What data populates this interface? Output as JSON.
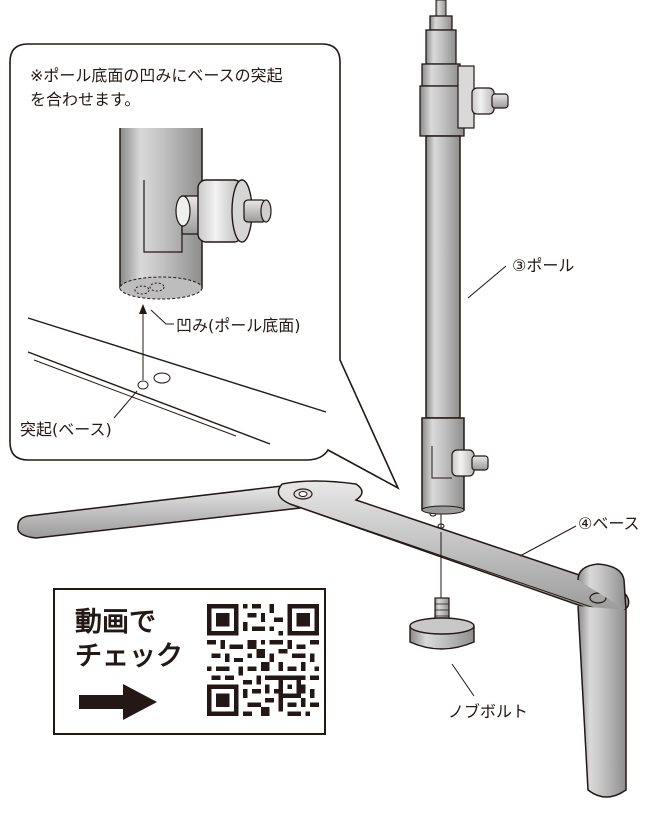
{
  "callout": {
    "note_line1": "※ポール底面の凹みにベースの突起",
    "note_line2": "を合わせます。",
    "hollow_label": "凹み(ポール底面)",
    "protrusion_label": "突起(ベース)"
  },
  "parts": {
    "pole_label": "③ポール",
    "base_label": "④ベース",
    "knob_bolt_label": "ノブボルト"
  },
  "video_box": {
    "line1": "動画で",
    "line2": "チェック",
    "arrow_icon": "right-arrow-icon",
    "qr_icon": "qr-code-icon"
  },
  "colors": {
    "line": "#231815",
    "metal_light": "#e6e6e6",
    "metal_mid": "#b5b5b5",
    "metal_dark": "#8a8a8a"
  }
}
